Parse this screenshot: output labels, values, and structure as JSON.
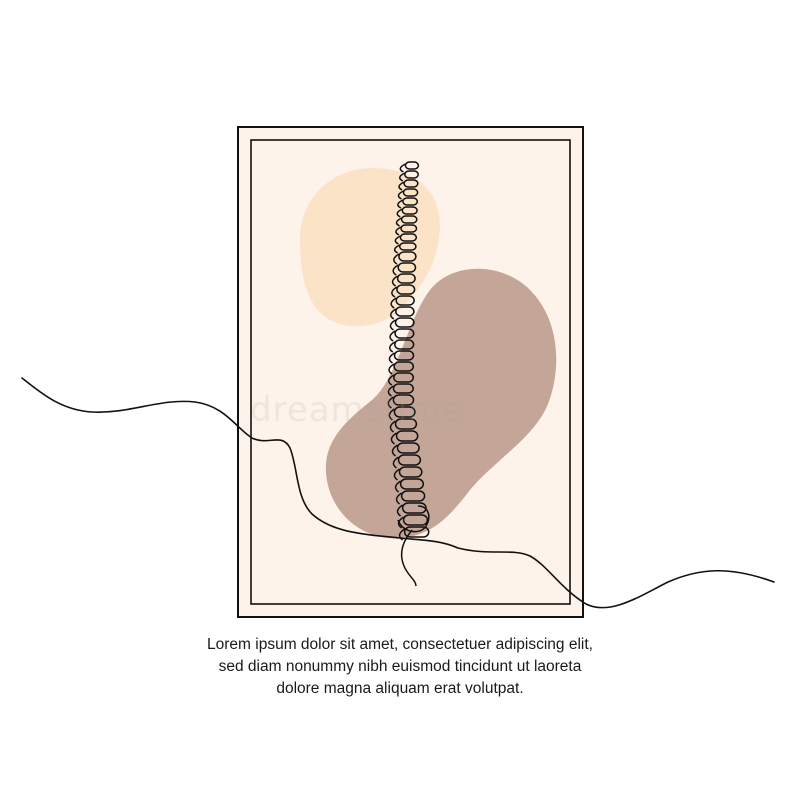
{
  "caption": {
    "lines": [
      "Lorem ipsum dolor sit amet, consectetuer adipiscing elit,",
      "sed diam nonummy nibh euismod tincidunt ut laoreta",
      "dolore magna aliquam erat volutpat."
    ]
  },
  "watermark": "dreamstime",
  "illustration": {
    "subject": "spine-line-art",
    "colors": {
      "poster_background": "#fdf3ea",
      "light_blob": "#fbe3c7",
      "dark_blob": "#c4a698",
      "line": "#111111",
      "page": "#ffffff"
    }
  }
}
